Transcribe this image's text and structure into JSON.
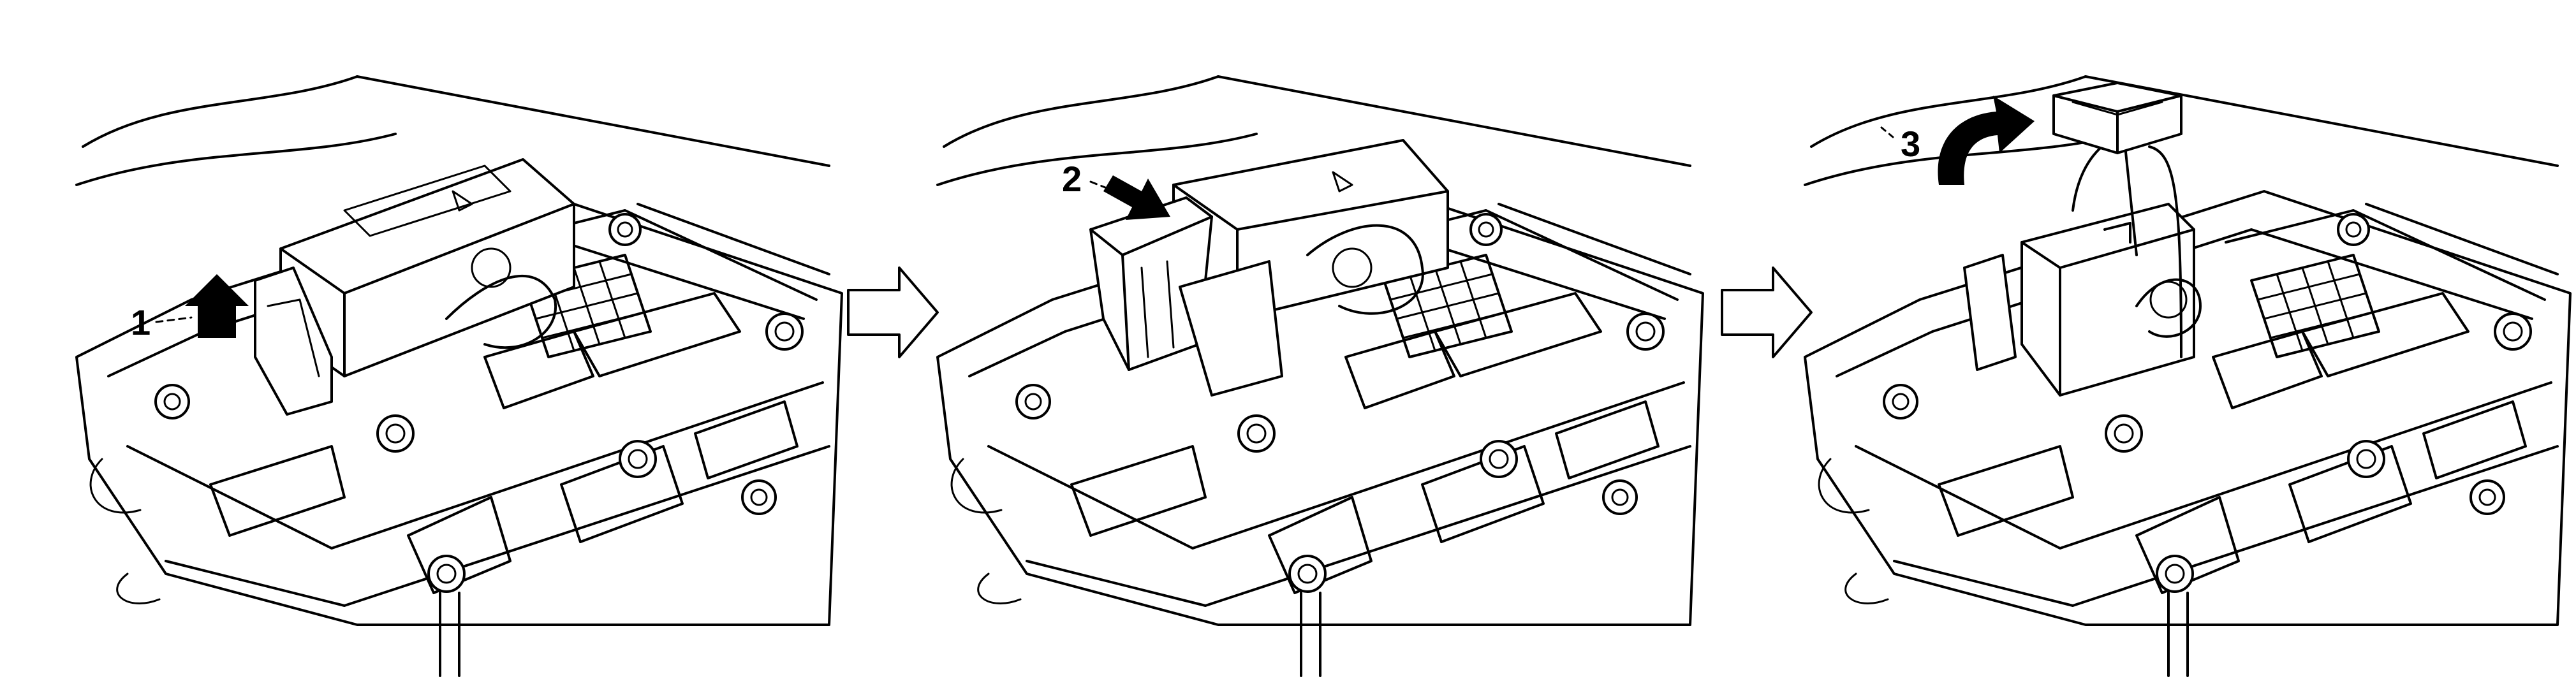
{
  "figure": {
    "panels": [
      {
        "id": "panel-1",
        "step": "1",
        "action_icon": "up-arrow-icon"
      },
      {
        "id": "panel-2",
        "step": "2",
        "action_icon": "push-arrow-icon"
      },
      {
        "id": "panel-3",
        "step": "3",
        "action_icon": "curved-arrow-icon"
      }
    ],
    "connectors": [
      "hollow-right-arrow-icon",
      "hollow-right-arrow-icon"
    ]
  }
}
